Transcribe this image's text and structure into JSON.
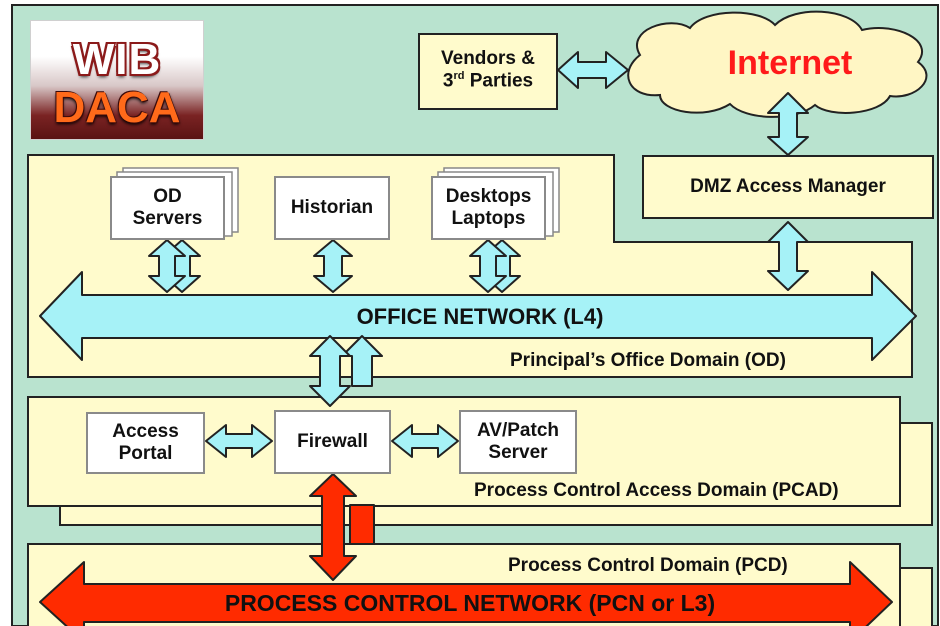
{
  "logo": {
    "line1": "WIB",
    "line2": "DACA"
  },
  "cloud": {
    "label": "Internet",
    "color": "#ff1a1a"
  },
  "vendors": {
    "line1": "Vendors &",
    "line2_prefix": "3",
    "line2_sup": "rd",
    "line2_suffix": " Parties"
  },
  "dmz": {
    "label": "DMZ Access Manager"
  },
  "office": {
    "od_servers": {
      "line1": "OD",
      "line2": "Servers"
    },
    "historian": "Historian",
    "desktops": {
      "line1": "Desktops",
      "line2": "Laptops"
    },
    "network": "OFFICE NETWORK (L4)",
    "domain": "Principal’s Office Domain (OD)"
  },
  "pcad": {
    "access_portal": {
      "line1": "Access",
      "line2": "Portal"
    },
    "firewall": "Firewall",
    "av_patch": {
      "line1": "AV/Patch",
      "line2": "Server"
    },
    "domain": "Process Control Access Domain (PCAD)"
  },
  "pcd": {
    "domain": "Process Control Domain (PCD)",
    "network": "PROCESS CONTROL NETWORK (PCN or L3)"
  },
  "colors": {
    "background": "#b9e3cf",
    "domain_fill": "#fffbcc",
    "cyan_arrow": "#a6f2f7",
    "red_arrow": "#ff2b00",
    "border": "#222222"
  }
}
